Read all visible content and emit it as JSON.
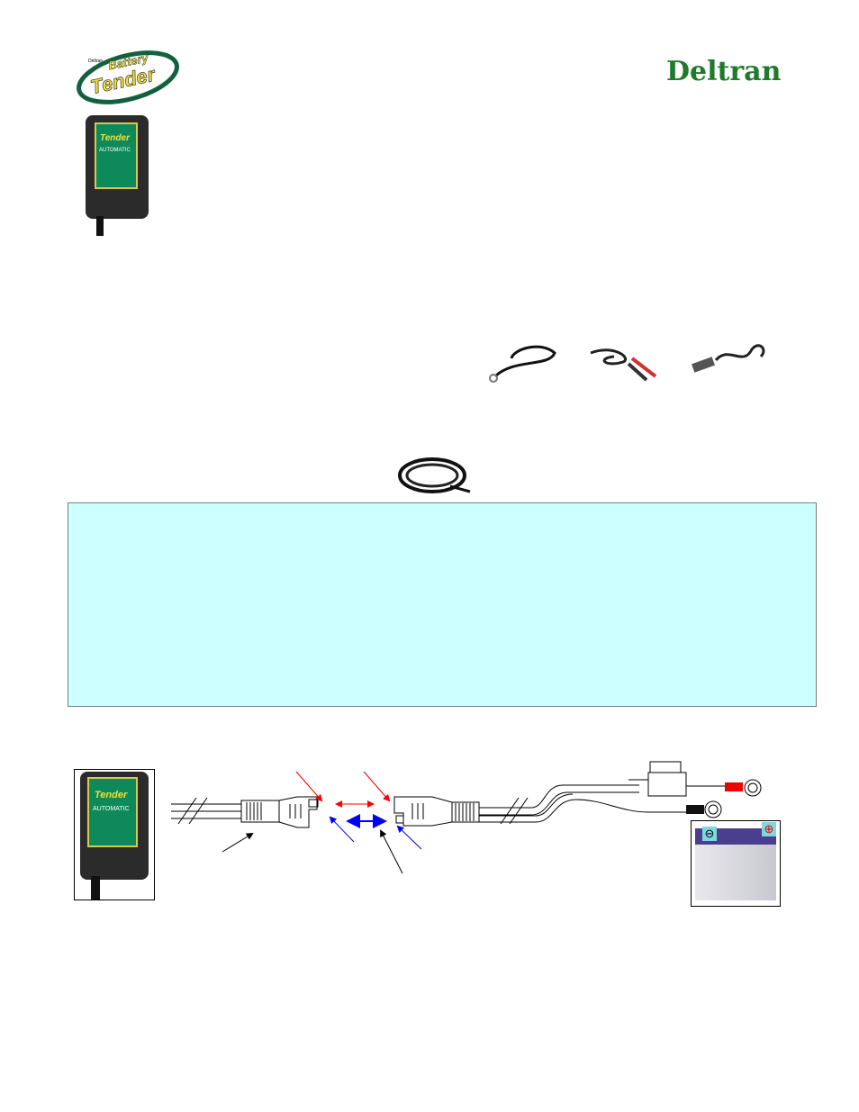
{
  "logos": {
    "battery_tender": {
      "small": "Deltran",
      "line1": "Battery",
      "line2": "Tender"
    },
    "deltran": {
      "text": "Deltran",
      "color": "#1f7a2a"
    }
  },
  "charger_label": {
    "brand": "Tender",
    "title": "AUTOMATIC"
  },
  "info_box": {
    "background": "#ccffff"
  },
  "diagram": {
    "arrow_colors": {
      "positive": "#ff0000",
      "negative": "#0000ff",
      "pointer": "#000000"
    },
    "battery_terminals": {
      "negative": "⊖",
      "positive": "⊕"
    }
  }
}
